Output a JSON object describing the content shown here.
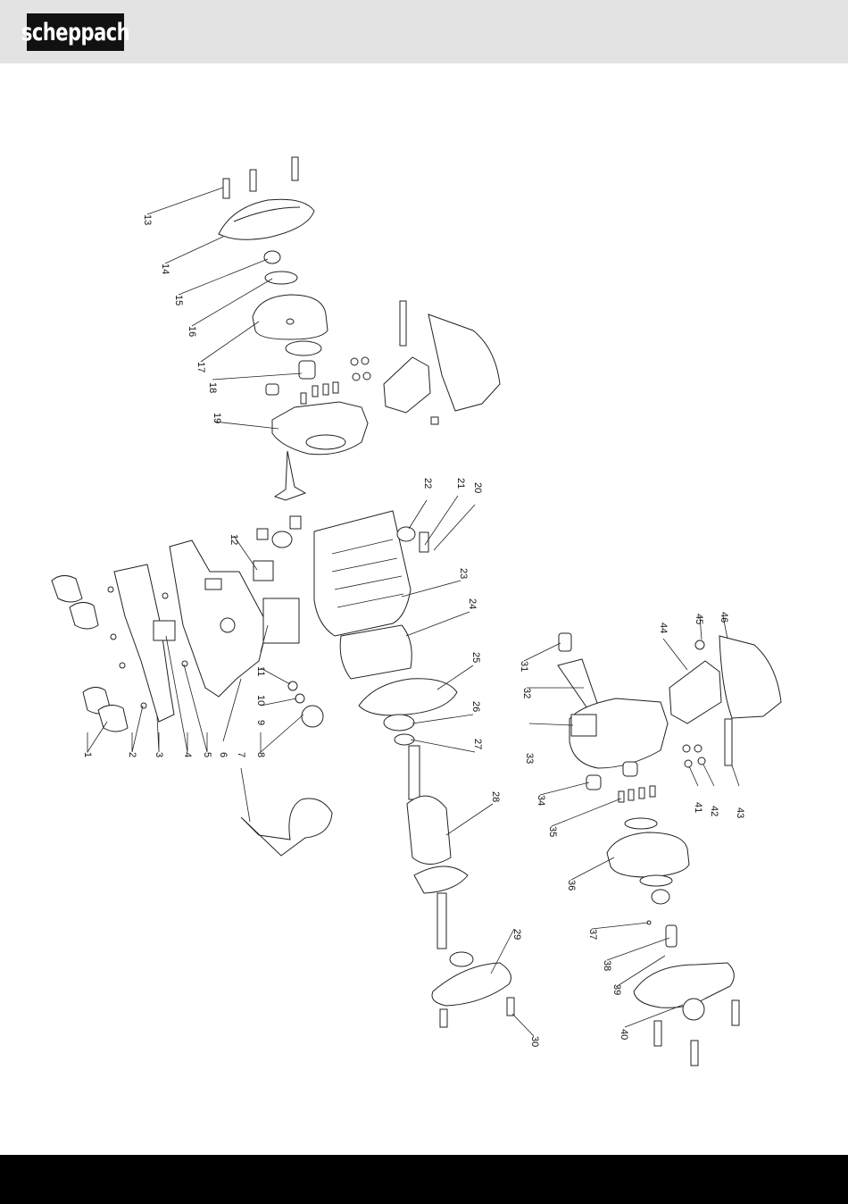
{
  "header": {
    "logo_text": "scheppach",
    "background_color": "#e3e3e3",
    "logo_bg_color": "#111111"
  },
  "footer": {
    "color": "#000000"
  },
  "diagram": {
    "part_numbers": [
      "1",
      "2",
      "3",
      "4",
      "5",
      "6",
      "7",
      "8",
      "9",
      "10",
      "11",
      "12",
      "13",
      "14",
      "15",
      "16",
      "17",
      "18",
      "19",
      "20",
      "21",
      "22",
      "23",
      "24",
      "25",
      "26",
      "27",
      "28",
      "29",
      "30",
      "31",
      "32",
      "33",
      "34",
      "35",
      "36",
      "37",
      "38",
      "39",
      "40",
      "41",
      "42",
      "43",
      "44",
      "45",
      "46"
    ]
  }
}
